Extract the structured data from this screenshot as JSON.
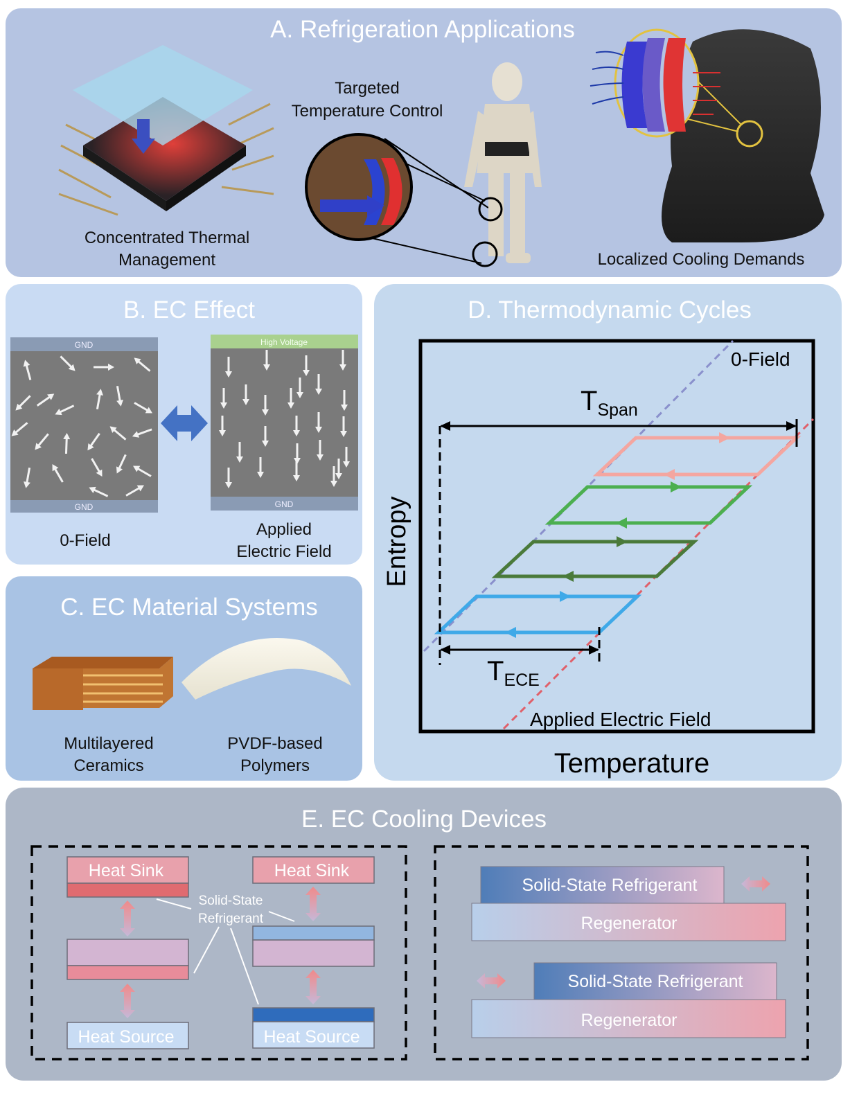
{
  "panel_a": {
    "title": "A. Refrigeration Applications",
    "chip_label_1": "Concentrated Thermal",
    "chip_label_2": "Management",
    "robot_label_1": "Targeted",
    "robot_label_2": "Temperature Control",
    "seat_label": "Localized Cooling Demands"
  },
  "panel_b": {
    "title": "B. EC Effect",
    "left_top_electrode": "GND",
    "left_bottom_electrode": "GND",
    "right_top_electrode": "High Voltage",
    "right_bottom_electrode": "GND",
    "left_label": "0-Field",
    "right_label_1": "Applied",
    "right_label_2": "Electric Field"
  },
  "panel_c": {
    "title": "C. EC Material Systems",
    "ceramics_label_1": "Multilayered",
    "ceramics_label_2": "Ceramics",
    "polymer_label_1": "PVDF-based",
    "polymer_label_2": "Polymers"
  },
  "panel_d": {
    "title": "D. Thermodynamic Cycles",
    "y_label": "Entropy",
    "x_label": "Temperature",
    "zero_field_label": "0-Field",
    "applied_field_label": "Applied Electric Field",
    "tspan_label": "T",
    "tspan_sub": "Span",
    "tece_label": "T",
    "tece_sub": "ECE",
    "cycle_colors": [
      "#f4a6a0",
      "#4caf50",
      "#4a7a3a",
      "#3fa9e8"
    ]
  },
  "panel_e": {
    "title": "E. EC Cooling Devices",
    "heat_sink_1": "Heat Sink",
    "heat_sink_2": "Heat Sink",
    "heat_source_1": "Heat Source",
    "heat_source_2": "Heat Source",
    "refrigerant_callout_1": "Solid-State",
    "refrigerant_callout_2": "Refrigerant",
    "ssr_1": "Solid-State Refrigerant",
    "regen_1": "Regenerator",
    "ssr_2": "Solid-State Refrigerant",
    "regen_2": "Regenerator"
  }
}
